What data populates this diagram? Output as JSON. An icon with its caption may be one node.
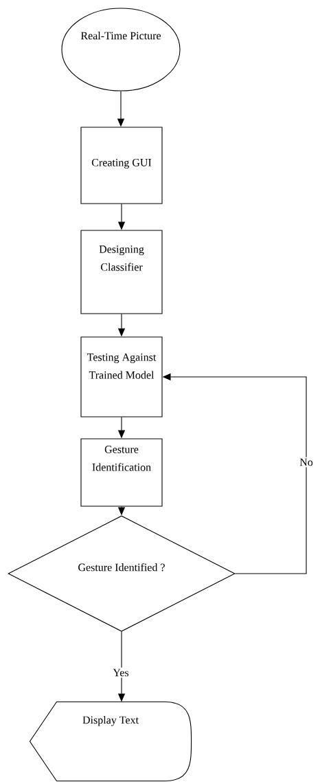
{
  "diagram": {
    "nodes": [
      {
        "text": [
          "Real-Time Picture"
        ]
      },
      {
        "text": [
          "Creating GUI"
        ]
      },
      {
        "text": [
          "Designing Classifier"
        ]
      },
      {
        "text": [
          "Testing Against Trained Model"
        ]
      },
      {
        "text": [
          "Gesture Identification"
        ]
      },
      {
        "text": [
          "Gesture Identified ?"
        ]
      },
      {
        "text": [
          "Display Text"
        ]
      }
    ],
    "edges": [
      {
        "from": 0,
        "to": 1,
        "arrow": "to"
      },
      {
        "from": 1,
        "to": 2,
        "arrow": "to"
      },
      {
        "from": 2,
        "to": 3,
        "arrow": "to"
      },
      {
        "from": 3,
        "to": 4,
        "arrow": "to"
      },
      {
        "from": 4,
        "to": 5,
        "arrow": "to"
      },
      {
        "from": 5,
        "to": 6,
        "arrow": "to",
        "label": "Yes"
      },
      {
        "from": 5,
        "to": 3,
        "arrow": "to",
        "label": "No"
      }
    ]
  }
}
